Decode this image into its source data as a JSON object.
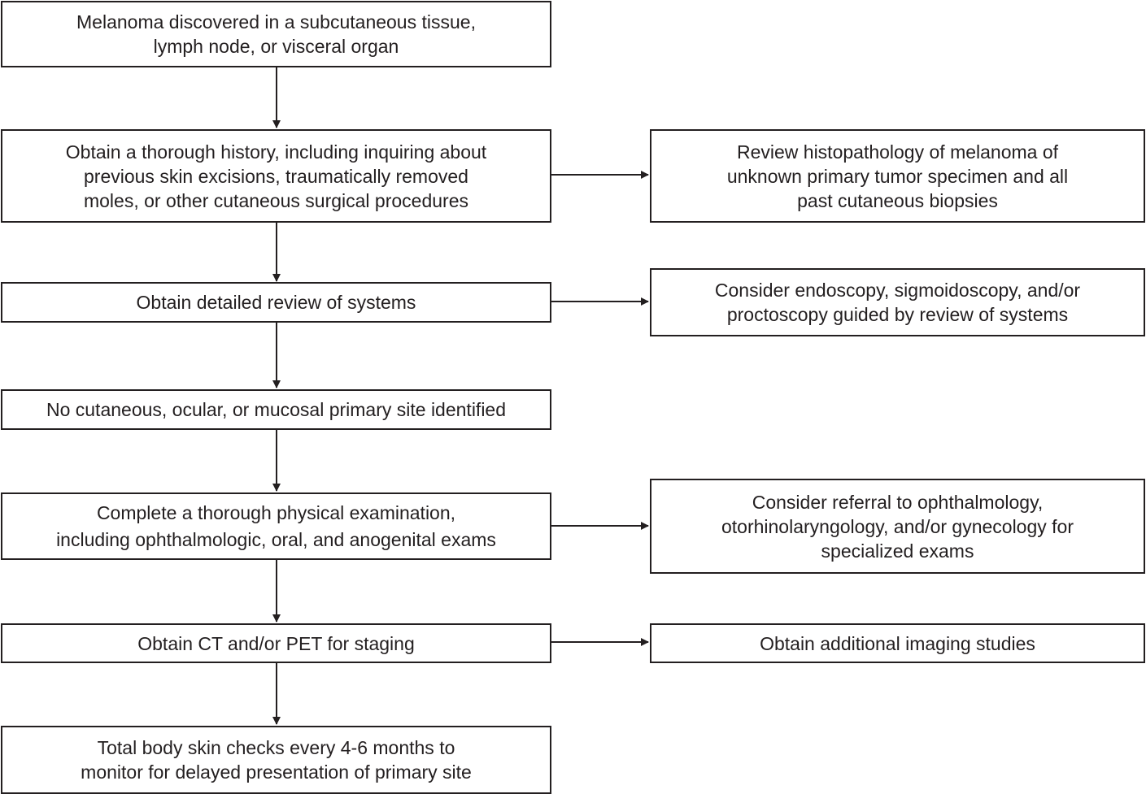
{
  "diagram": {
    "left_column": [
      {
        "id": "start",
        "text": "Melanoma discovered in a subcutaneous tissue,\nlymph node, or visceral organ"
      },
      {
        "id": "history",
        "text": "Obtain a thorough history, including inquiring about\nprevious skin excisions, traumatically removed\nmoles, or other cutaneous surgical procedures"
      },
      {
        "id": "ros",
        "text": "Obtain detailed review of systems"
      },
      {
        "id": "no-primary",
        "text": "No cutaneous, ocular, or mucosal primary site identified"
      },
      {
        "id": "physical-exam",
        "text": "Complete a thorough physical examination,\nincluding ophthalmologic, oral, and anogenital exams"
      },
      {
        "id": "staging",
        "text": "Obtain CT and/or PET for staging"
      },
      {
        "id": "skin-checks",
        "text": "Total body skin checks every 4-6 months to\nmonitor for delayed presentation of primary site"
      }
    ],
    "right_column": [
      {
        "id": "histopathology",
        "text": "Review histopathology of melanoma of\nunknown primary tumor specimen and all\npast cutaneous biopsies"
      },
      {
        "id": "endoscopy",
        "text": "Consider endoscopy, sigmoidoscopy, and/or\nproctoscopy guided by review of systems"
      },
      {
        "id": "referral",
        "text": "Consider referral to ophthalmology,\notorhinolaryngology, and/or gynecology for\nspecialized exams"
      },
      {
        "id": "imaging",
        "text": "Obtain additional imaging studies"
      }
    ],
    "edges": [
      {
        "from": "start",
        "to": "history"
      },
      {
        "from": "history",
        "to": "ros"
      },
      {
        "from": "ros",
        "to": "no-primary"
      },
      {
        "from": "no-primary",
        "to": "physical-exam"
      },
      {
        "from": "physical-exam",
        "to": "staging"
      },
      {
        "from": "staging",
        "to": "skin-checks"
      },
      {
        "from": "history",
        "to": "histopathology"
      },
      {
        "from": "ros",
        "to": "endoscopy"
      },
      {
        "from": "physical-exam",
        "to": "referral"
      },
      {
        "from": "staging",
        "to": "imaging"
      }
    ]
  }
}
